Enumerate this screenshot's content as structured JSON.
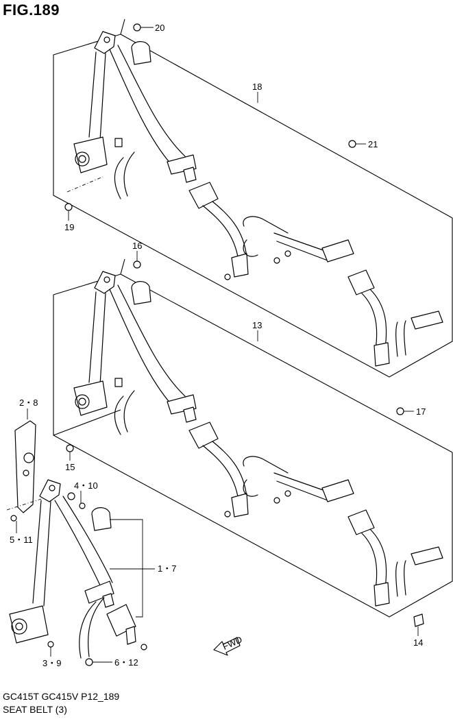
{
  "figure": {
    "title": "FIG.189",
    "footer_code": "GC415T GC415V P12_189",
    "footer_title": "SEAT BELT (3)",
    "fwd_label": "FWD"
  },
  "callouts": [
    {
      "id": "c20",
      "text": "20"
    },
    {
      "id": "c18",
      "text": "18"
    },
    {
      "id": "c21",
      "text": "21"
    },
    {
      "id": "c19",
      "text": "19"
    },
    {
      "id": "c16",
      "text": "16"
    },
    {
      "id": "c13",
      "text": "13"
    },
    {
      "id": "c17",
      "text": "17"
    },
    {
      "id": "c28",
      "text": "2・8"
    },
    {
      "id": "c15",
      "text": "15"
    },
    {
      "id": "c410",
      "text": "4・10"
    },
    {
      "id": "c511",
      "text": "5・11"
    },
    {
      "id": "c17b",
      "text": "1・7"
    },
    {
      "id": "c14",
      "text": "14"
    },
    {
      "id": "c39",
      "text": "3・9"
    },
    {
      "id": "c612",
      "text": "6・12"
    }
  ]
}
